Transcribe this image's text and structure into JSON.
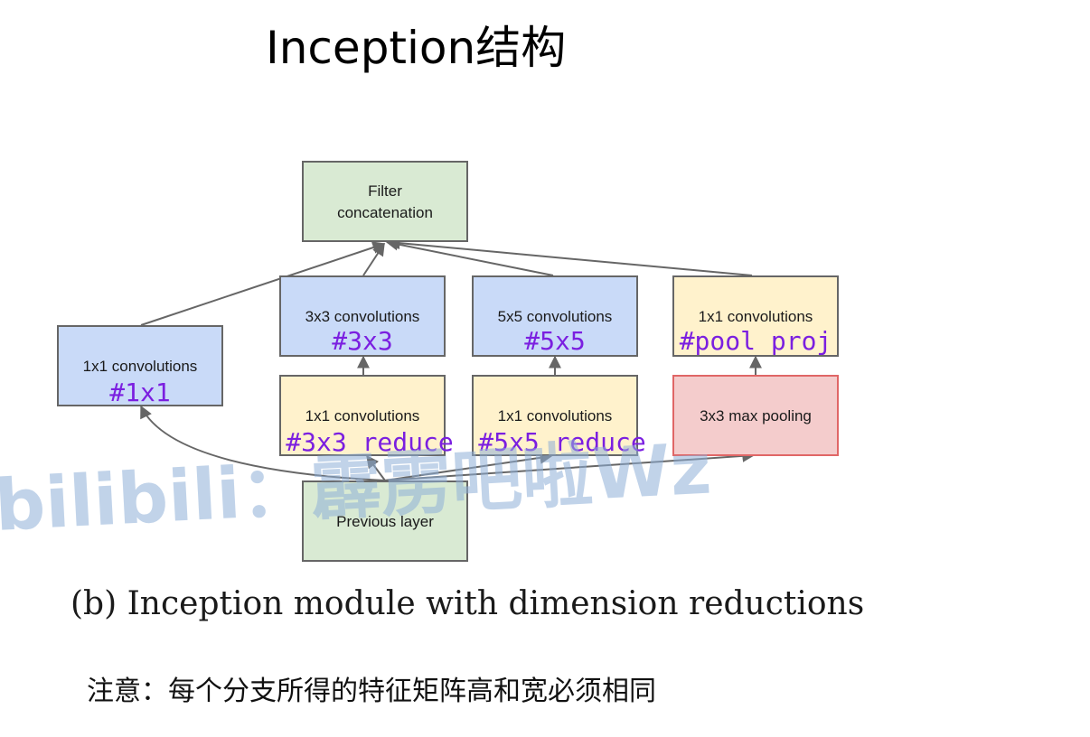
{
  "title": "Inception结构",
  "nodes": {
    "filter_concat": {
      "line1": "Filter",
      "line2": "concatenation"
    },
    "conv1x1_left": {
      "label": "1x1 convolutions",
      "annotation": "#1x1"
    },
    "conv3x3": {
      "label": "3x3 convolutions",
      "annotation": "#3x3"
    },
    "conv5x5": {
      "label": "5x5 convolutions",
      "annotation": "#5x5"
    },
    "conv1x1_pool": {
      "label": "1x1 convolutions",
      "annotation": "#pool proj"
    },
    "reduce3x3": {
      "label": "1x1 convolutions",
      "annotation": "#3x3 reduce"
    },
    "reduce5x5": {
      "label": "1x1 convolutions",
      "annotation": "#5x5 reduce"
    },
    "maxpool": {
      "label": "3x3 max pooling"
    },
    "previous": {
      "label": "Previous layer"
    }
  },
  "watermark": "bilibili：霹雳吧啦Wz",
  "caption": "(b) Inception module with dimension reductions",
  "note": "注意：每个分支所得的特征矩阵高和宽必须相同",
  "colors": {
    "green": "#d9ead3",
    "blue": "#c9daf8",
    "yellow": "#fff2cc",
    "red": "#f4cccc",
    "annotation": "#7b1fe0",
    "arrow": "#666666"
  }
}
